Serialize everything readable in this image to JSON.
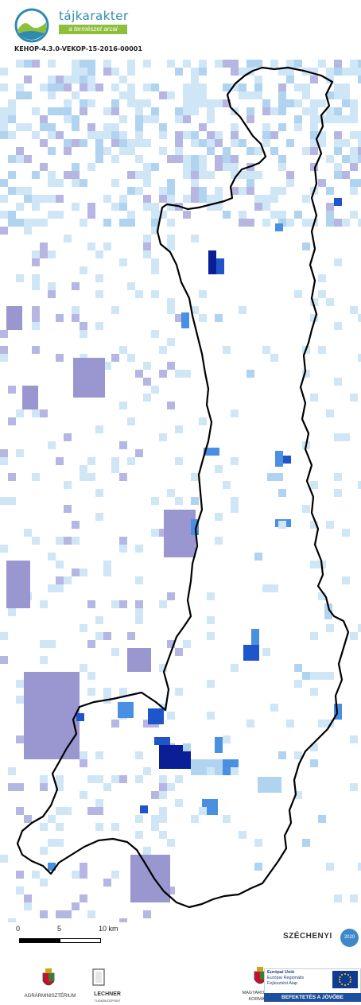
{
  "header": {
    "brand_title": "tájkarakter",
    "brand_tagline": "a természet arcai",
    "project_id": "KEHOP-4.3.0-VEKOP-15-2016-00001"
  },
  "map": {
    "colors": {
      "very_light_blue": "#cfe6f7",
      "light_blue": "#b0d4f0",
      "lavender": "#b7b6e3",
      "medium_purple": "#9a96d0",
      "medium_blue": "#4a90e2",
      "dark_blue": "#1f55c8",
      "navy": "#0a1e96",
      "boundary": "#000000"
    }
  },
  "scale": {
    "labels": [
      "0",
      "5",
      "10 km"
    ]
  },
  "footer": {
    "szechenyi_label": "SZÉCHENYI",
    "szechenyi_badge": "2020",
    "ministry": "AGRÁRMINISZTÉRIUM",
    "lechner_title": "LECHNER",
    "lechner_sub": "TUDÁSKÖZPONT",
    "government_line1": "MAGYARORSZÁG",
    "government_line2": "KORMÁNYA",
    "eu_line1": "Európai Unió",
    "eu_line2": "Európai Regionális",
    "eu_line3": "Fejlesztési Alap",
    "eu_investment": "BEFEKTETÉS A JÖVŐBE"
  }
}
